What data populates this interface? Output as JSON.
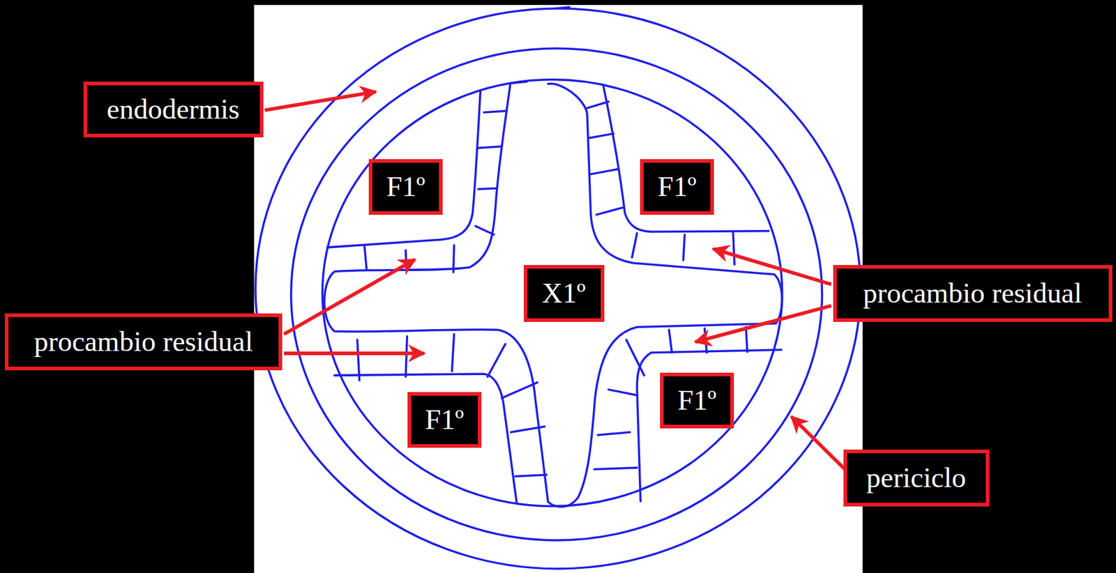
{
  "diagram": {
    "nodes": [
      {
        "text": [
          "endodermis"
        ]
      },
      {
        "text": [
          "F1º"
        ]
      },
      {
        "text": [
          "F1º"
        ]
      },
      {
        "text": [
          "X1º"
        ]
      },
      {
        "text": [
          "procambio residual"
        ]
      },
      {
        "text": [
          "procambio residual"
        ]
      },
      {
        "text": [
          "F1º"
        ]
      },
      {
        "text": [
          "F1º"
        ]
      },
      {
        "text": [
          "periciclo"
        ]
      }
    ]
  }
}
